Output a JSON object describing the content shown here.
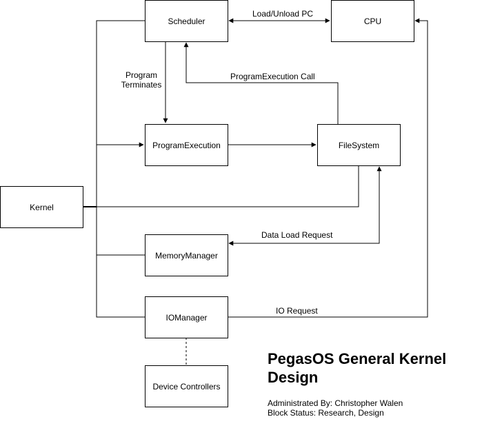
{
  "diagram": {
    "nodes": {
      "scheduler": "Scheduler",
      "cpu": "CPU",
      "program_execution": "ProgramExecution",
      "file_system": "FileSystem",
      "kernel": "Kernel",
      "memory_manager": "MemoryManager",
      "io_manager": "IOManager",
      "device_controllers": "Device Controllers"
    },
    "edges": {
      "load_unload_pc": "Load/Unload PC",
      "program_terminates_line1": "Program",
      "program_terminates_line2": "Terminates",
      "program_execution_call": "ProgramExecution Call",
      "data_load_request": "Data Load Request",
      "io_request": "IO Request"
    }
  },
  "info": {
    "title_line1": "PegasOS General Kernel",
    "title_line2": "Design",
    "administrated_by": "Administrated By: Christopher Walen",
    "block_status": "Block Status: Research, Design"
  }
}
